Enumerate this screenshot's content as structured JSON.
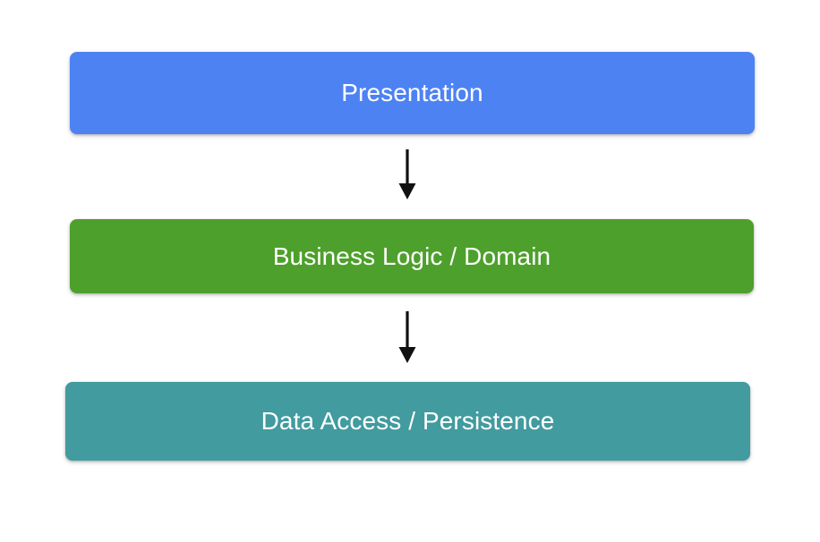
{
  "diagram": {
    "type": "layered-architecture",
    "background_color": "#ffffff",
    "layers": [
      {
        "id": "presentation",
        "label": "Presentation",
        "color": "#4d82f3",
        "text_color": "#ffffff",
        "order": 1
      },
      {
        "id": "business-logic",
        "label": "Business Logic / Domain",
        "color": "#4ea02c",
        "text_color": "#ffffff",
        "order": 2
      },
      {
        "id": "data-access",
        "label": "Data Access / Persistence",
        "color": "#419b9f",
        "text_color": "#ffffff",
        "order": 3
      }
    ],
    "connectors": [
      {
        "id": "presentation-to-business",
        "from": "presentation",
        "to": "business-logic",
        "direction": "down",
        "color": "#111111",
        "icon": "down-arrow-icon"
      },
      {
        "id": "business-to-data",
        "from": "business-logic",
        "to": "data-access",
        "direction": "down",
        "color": "#111111",
        "icon": "down-arrow-icon"
      }
    ]
  }
}
